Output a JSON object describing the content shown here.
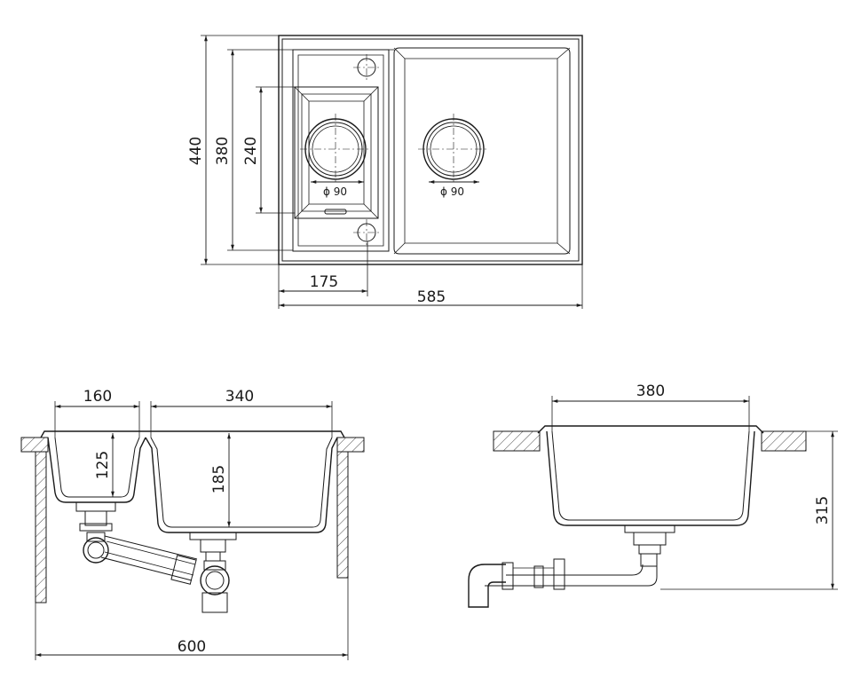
{
  "top_view": {
    "dim_overall_depth": "440",
    "dim_inner_depth": "380",
    "dim_small_bowl_depth": "240",
    "dim_small_bowl_width": "175",
    "dim_overall_width": "585",
    "drain_small_label": "ϕ 90",
    "drain_large_label": "ϕ 90"
  },
  "front_view": {
    "dim_small_bowl_width": "160",
    "dim_large_bowl_width": "340",
    "dim_small_bowl_depth": "125",
    "dim_large_bowl_depth": "185",
    "dim_cabinet_width": "600"
  },
  "side_view": {
    "dim_bowl_width": "380",
    "dim_total_height": "315"
  },
  "colors": {
    "line": "#1a1a1a",
    "background": "#ffffff"
  }
}
